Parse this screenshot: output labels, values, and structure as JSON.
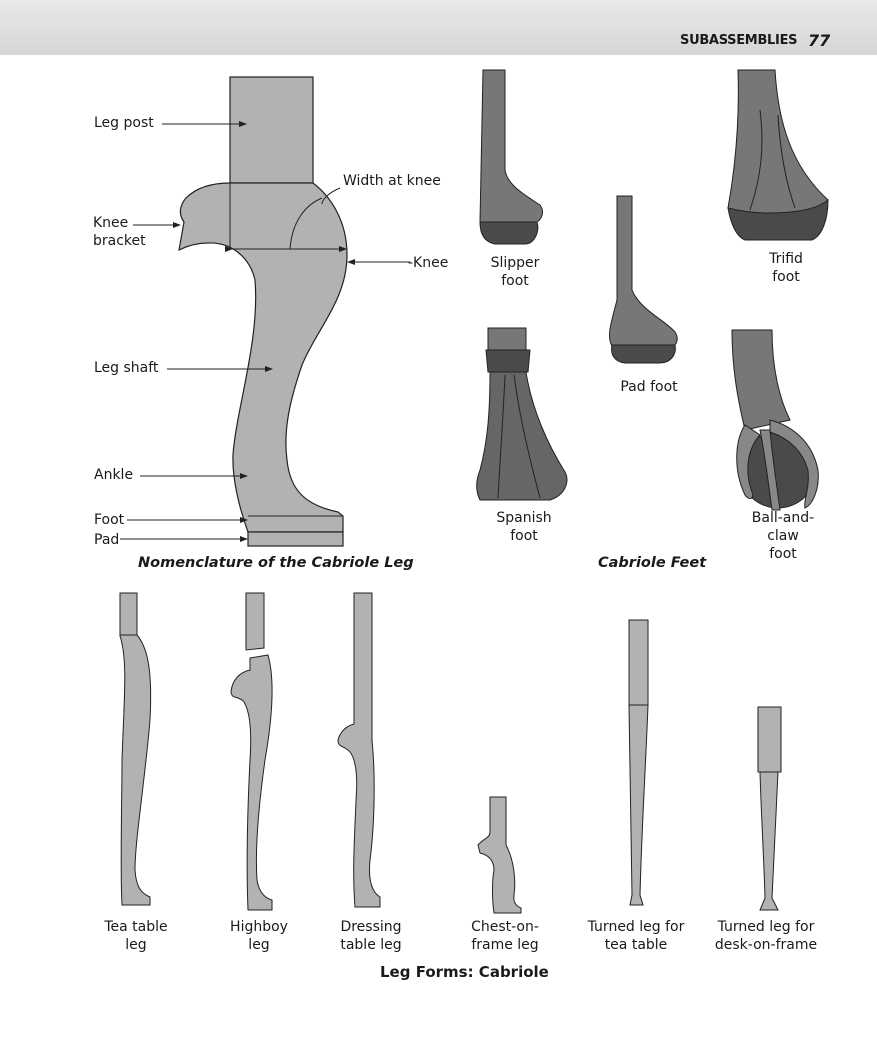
{
  "header": {
    "section": "SUBASSEMBLIES",
    "page_number": "77"
  },
  "nomenclature": {
    "caption": "Nomenclature of the Cabriole Leg",
    "labels": {
      "leg_post": "Leg post",
      "width_at_knee": "Width at knee",
      "knee_bracket": "Knee\nbracket",
      "knee": "-Knee",
      "leg_shaft": "Leg shaft",
      "ankle": "Ankle",
      "foot": "Foot",
      "pad": "Pad"
    }
  },
  "cabriole_feet": {
    "caption": "Cabriole Feet",
    "items": {
      "slipper": "Slipper\nfoot",
      "trifid": "Trifid\nfoot",
      "pad": "Pad foot",
      "spanish": "Spanish\nfoot",
      "ball_and_claw": "Ball-and-claw\nfoot"
    }
  },
  "leg_forms": {
    "caption": "Leg Forms: Cabriole",
    "items": {
      "tea_table": "Tea table\nleg",
      "highboy": "Highboy\nleg",
      "dressing_table": "Dressing\ntable leg",
      "chest_on_frame": "Chest-on-\nframe leg",
      "turned_tea": "Turned leg for\ntea table",
      "turned_desk": "Turned leg for\ndesk-on-frame"
    }
  },
  "colors": {
    "leg_fill": "#b2b2b2",
    "foot_fill": "#777777",
    "foot_dark": "#4a4a4a",
    "outline": "#222222",
    "header_bg": "#dcdcdc"
  }
}
